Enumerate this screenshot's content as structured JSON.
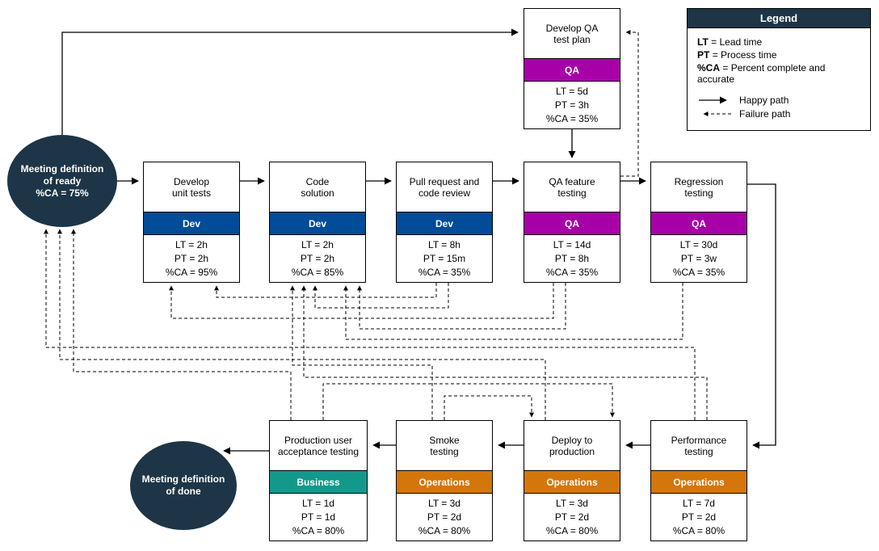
{
  "colors": {
    "navy": "#1d3547",
    "dev": "#004c99",
    "qa": "#a800a8",
    "operations": "#d4760a",
    "business": "#12998c",
    "arrow": "#000000"
  },
  "legend": {
    "title": "Legend",
    "items": [
      {
        "key": "LT",
        "rest": "= Lead time"
      },
      {
        "key": "PT",
        "rest": "= Process time"
      },
      {
        "key": "%CA",
        "rest": "= Percent complete and accurate"
      }
    ],
    "happy": "Happy path",
    "failure": "Failure path"
  },
  "terminals": {
    "ready": {
      "text": "Meeting definition\nof ready",
      "ca": "%CA = 75%"
    },
    "done": {
      "text": "Meeting definition\nof done"
    }
  },
  "nodes": [
    {
      "id": "develop-qa-test-plan",
      "title": "Develop QA\ntest plan",
      "team": "QA",
      "lt": "LT = 5d",
      "pt": "PT = 3h",
      "ca": "%CA = 35%"
    },
    {
      "id": "develop-unit-tests",
      "title": "Develop\nunit tests",
      "team": "Dev",
      "lt": "LT = 2h",
      "pt": "PT = 2h",
      "ca": "%CA = 95%"
    },
    {
      "id": "code-solution",
      "title": "Code\nsolution",
      "team": "Dev",
      "lt": "LT = 2h",
      "pt": "PT = 2h",
      "ca": "%CA = 85%"
    },
    {
      "id": "pull-request-code-review",
      "title": "Pull request and\ncode review",
      "team": "Dev",
      "lt": "LT = 8h",
      "pt": "PT = 15m",
      "ca": "%CA = 35%"
    },
    {
      "id": "qa-feature-testing",
      "title": "QA feature\ntesting",
      "team": "QA",
      "lt": "LT = 14d",
      "pt": "PT = 8h",
      "ca": "%CA = 35%"
    },
    {
      "id": "regression-testing",
      "title": "Regression\ntesting",
      "team": "QA",
      "lt": "LT = 30d",
      "pt": "PT = 3w",
      "ca": "%CA = 35%"
    },
    {
      "id": "production-user-acceptance-testing",
      "title": "Production user\nacceptance testing",
      "team": "Business",
      "lt": "LT = 1d",
      "pt": "PT = 1d",
      "ca": "%CA = 80%"
    },
    {
      "id": "smoke-testing",
      "title": "Smoke\ntesting",
      "team": "Operations",
      "lt": "LT = 3d",
      "pt": "PT = 2d",
      "ca": "%CA = 80%"
    },
    {
      "id": "deploy-to-production",
      "title": "Deploy to\nproduction",
      "team": "Operations",
      "lt": "LT = 3d",
      "pt": "PT = 2d",
      "ca": "%CA = 80%"
    },
    {
      "id": "performance-testing",
      "title": "Performance\ntesting",
      "team": "Operations",
      "lt": "LT = 7d",
      "pt": "PT = 2d",
      "ca": "%CA = 80%"
    }
  ]
}
